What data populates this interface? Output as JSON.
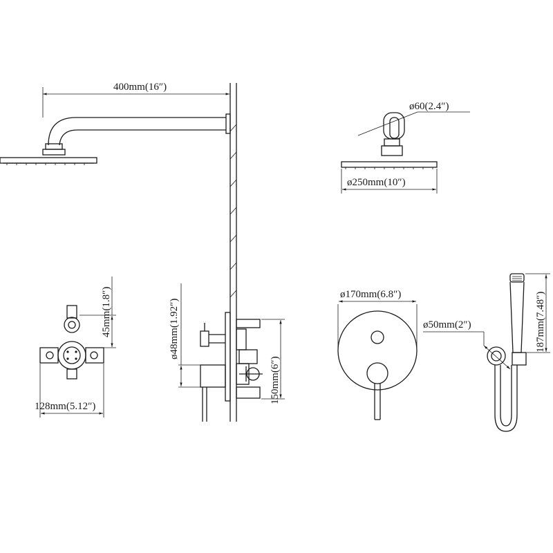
{
  "labels": {
    "arm_length": "400mm(16″)",
    "flange_dia": "ø60(2.4″)",
    "head_dia": "ø250mm(10″)",
    "valve_height": "45mm(1.8″)",
    "valve_width": "128mm(5.12″)",
    "handle_dia": "ø48mm(1.92″)",
    "handle_spacing": "150mm(6″)",
    "plate_dia": "ø170mm(6.8″)",
    "outlet_dia": "ø50mm(2″)",
    "handshower_len": "187mm(7.48″)"
  },
  "colors": {
    "line": "#1a1a1a",
    "background": "#ffffff"
  }
}
